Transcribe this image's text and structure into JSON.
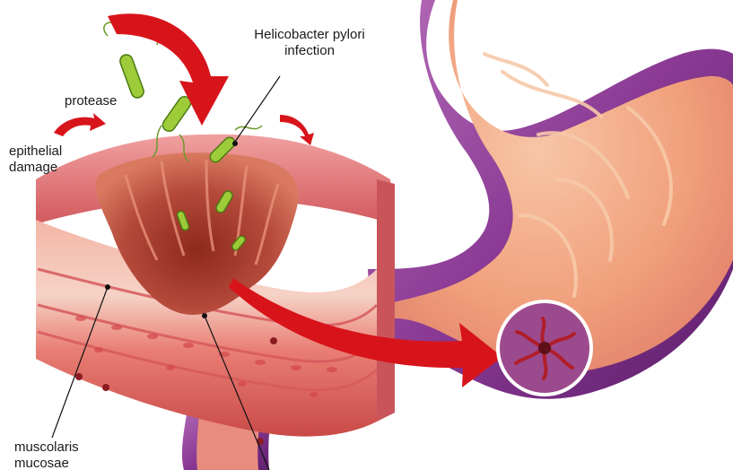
{
  "labels": {
    "helicobacter": [
      "Helicobacter pylori",
      "infection"
    ],
    "protease": "protease",
    "epithelial": [
      "epithelial",
      "damage"
    ],
    "muscolaris": [
      "muscolaris",
      "mucosae"
    ]
  },
  "colors": {
    "stomach_outer": "#7a2a86",
    "stomach_inner": "#f2a77f",
    "arrow_red": "#d8141b",
    "bacteria_green": "#9ccc3a",
    "tissue_pink": "#e8838a",
    "ulcer_crater": "#9b3324"
  },
  "icons": {
    "ulcer_marker": "circle-highlight-icon",
    "arrows": "curved-arrow-icon"
  }
}
